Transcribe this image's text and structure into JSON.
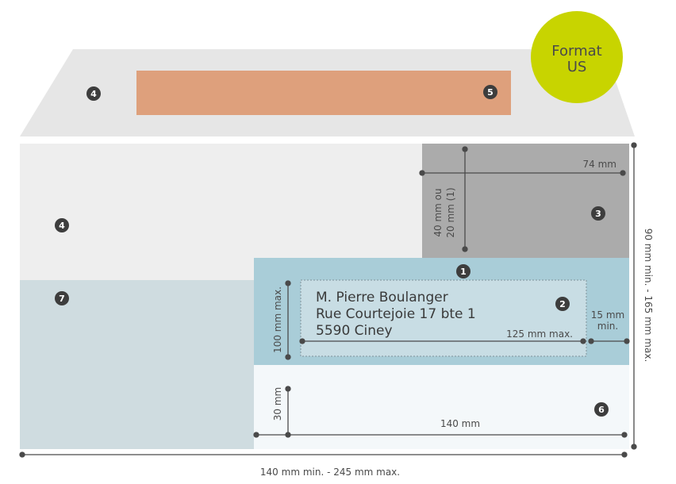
{
  "badge": {
    "line1": "Format",
    "line2": "US",
    "color": "#c8d400"
  },
  "zones": {
    "flap": "4",
    "window": "5",
    "stamp": "3",
    "address_area": "1",
    "address_block": "2",
    "left_upper": "4",
    "left_lower": "7",
    "bottom_strip": "6"
  },
  "address": {
    "line1": "M. Pierre Boulanger",
    "line2": "Rue Courtejoie 17 bte 1",
    "line3": "5590 Ciney"
  },
  "dimensions": {
    "stamp_width": "74 mm",
    "stamp_height_line1": "40 mm ou",
    "stamp_height_line2": "20 mm (1)",
    "address_height": "100 mm max.",
    "address_width": "125 mm max.",
    "right_margin_line1": "15 mm",
    "right_margin_line2": "min.",
    "bottom_height": "30 mm",
    "bottom_width": "140 mm",
    "envelope_height": "90 mm min. - 165 mm max.",
    "envelope_width": "140 mm min. - 245 mm max."
  },
  "colors": {
    "flap": "#e8e8e8",
    "body": "#eeeeee",
    "window": "#dea07c",
    "stamp": "#ababab",
    "address_area": "#a9cdd8",
    "address_block": "#c8dde4",
    "left_lower": "#cfdce0",
    "bottom_strip": "#f4f8fa",
    "badge_text": "#4a4a4a",
    "lines": "#4a4a4a"
  }
}
